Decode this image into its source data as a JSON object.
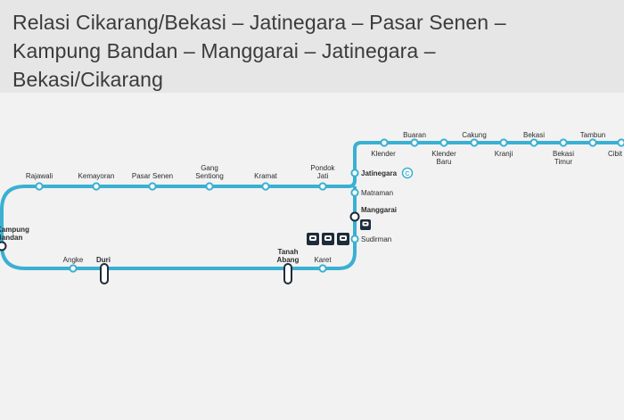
{
  "title": {
    "line1": "Relasi Cikarang/Bekasi – Jatinegara – Pasar Senen –",
    "line2": "Kampung Bandan – Manggarai – Jatinegara –",
    "line3": "Bekasi/Cikarang"
  },
  "colors": {
    "line": "#3ab0d2",
    "station_fill": "#ffffff",
    "text": "#2b2b2b",
    "header_bg": "#e6e6e6",
    "background": "#f2f2f2",
    "icon_bg": "#1e2b3a"
  },
  "stations": {
    "rajawali": "Rajawali",
    "kemayoran": "Kemayoran",
    "pasar_senen": "Pasar Senen",
    "gang_sentiong_1": "Gang",
    "gang_sentiong_2": "Sentiong",
    "kramat": "Kramat",
    "pondok_jati_1": "Pondok",
    "pondok_jati_2": "Jati",
    "jatinegara": "Jatinegara",
    "matraman": "Matraman",
    "manggarai": "Manggarai",
    "sudirman": "Sudirman",
    "karet": "Karet",
    "tanah_abang_1": "Tanah",
    "tanah_abang_2": "Abang",
    "duri": "Duri",
    "angke": "Angke",
    "kampung_bandan_1": "Kampung",
    "kampung_bandan_2": "Bandan",
    "klender": "Klender",
    "buaran": "Buaran",
    "klender_baru_1": "Klender",
    "klender_baru_2": "Baru",
    "cakung": "Cakung",
    "kranji": "Kranji",
    "bekasi": "Bekasi",
    "bekasi_timur_1": "Bekasi",
    "bekasi_timur_2": "Timur",
    "tambun": "Tambun",
    "cibitung": "Cibit"
  },
  "badges": {
    "jatinegara_badge": "C"
  },
  "icons": [
    "train-icon",
    "train-icon",
    "train-icon",
    "train-icon"
  ]
}
